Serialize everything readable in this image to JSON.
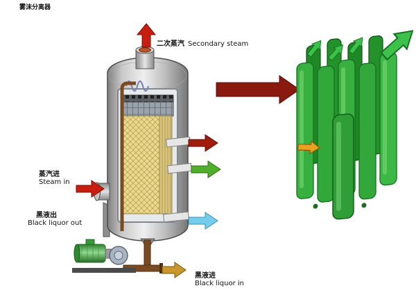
{
  "header": {
    "title": "雾沫分离器"
  },
  "labels": {
    "secondary_steam": {
      "zh": "二次蒸汽",
      "en": "Secondary steam"
    },
    "steam_in": {
      "zh": "蒸汽进",
      "en": "Steam in"
    },
    "black_liquor_out": {
      "zh": "黑液出",
      "en": "Black liquor out"
    },
    "black_liquor_in": {
      "zh": "黑液进",
      "en": "Black liquor in"
    }
  },
  "colors": {
    "arrow_red": "#c81e10",
    "pointer_dark_red": "#8a1a10",
    "outlet_red": "#a01c0c",
    "outlet_green": "#4fae2a",
    "outlet_blue": "#74cdea",
    "liquor_gold": "#c9972b",
    "pipe_brown": "#7a4a22",
    "plate_pack_yellow": "#ead98e",
    "detail_plate_green": "#38b040",
    "pump_motor_green": "#3f9c3f",
    "vessel_gray": "#c9c9c9"
  }
}
